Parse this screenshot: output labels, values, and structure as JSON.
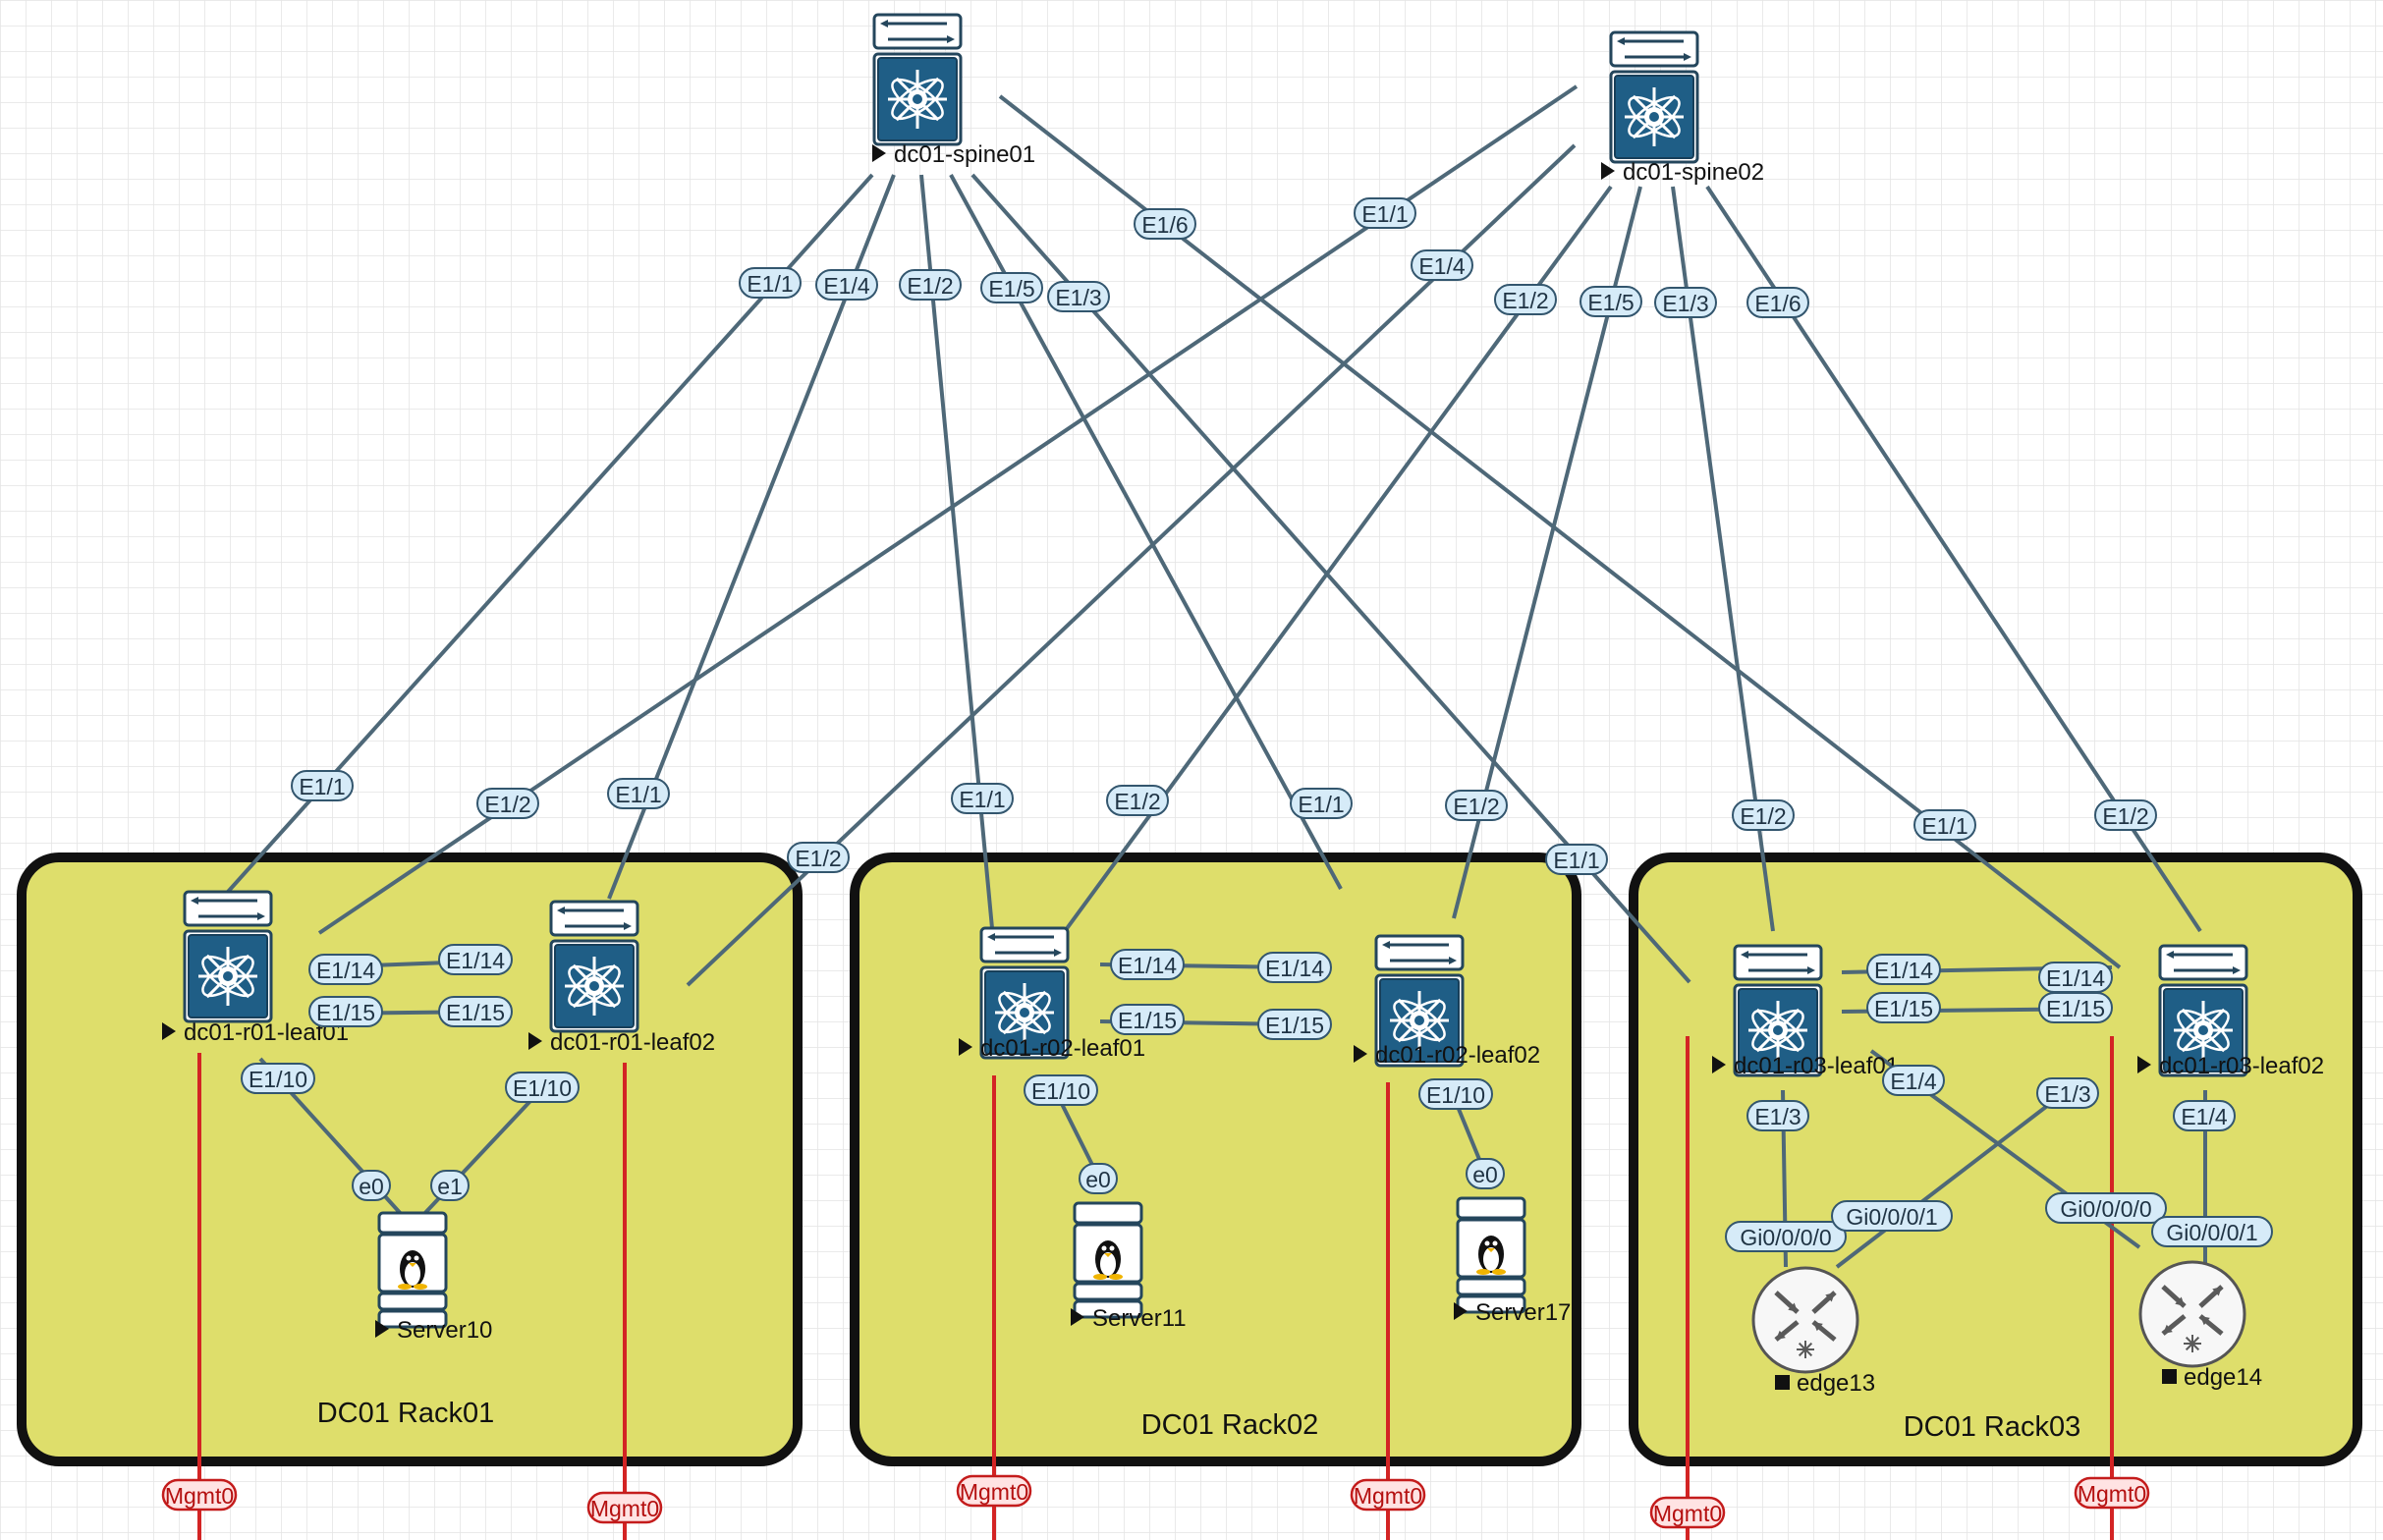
{
  "racks": [
    {
      "id": "rack01",
      "label": "DC01 Rack01"
    },
    {
      "id": "rack02",
      "label": "DC01 Rack02"
    },
    {
      "id": "rack03",
      "label": "DC01 Rack03"
    }
  ],
  "nodes": [
    {
      "id": "spine01",
      "type": "switch",
      "label": "dc01-spine01",
      "state_marker": "play"
    },
    {
      "id": "spine02",
      "type": "switch",
      "label": "dc01-spine02",
      "state_marker": "play"
    },
    {
      "id": "r01l01",
      "type": "switch",
      "label": "dc01-r01-leaf01",
      "state_marker": "play"
    },
    {
      "id": "r01l02",
      "type": "switch",
      "label": "dc01-r01-leaf02",
      "state_marker": "play"
    },
    {
      "id": "r02l01",
      "type": "switch",
      "label": "dc01-r02-leaf01",
      "state_marker": "play"
    },
    {
      "id": "r02l02",
      "type": "switch",
      "label": "dc01-r02-leaf02",
      "state_marker": "play"
    },
    {
      "id": "r03l01",
      "type": "switch",
      "label": "dc01-r03-leaf01",
      "state_marker": "play"
    },
    {
      "id": "r03l02",
      "type": "switch",
      "label": "dc01-r03-leaf02",
      "state_marker": "play"
    },
    {
      "id": "srv10",
      "type": "server",
      "label": "Server10",
      "state_marker": "play"
    },
    {
      "id": "srv11",
      "type": "server",
      "label": "Server11",
      "state_marker": "play"
    },
    {
      "id": "srv17",
      "type": "server",
      "label": "Server17",
      "state_marker": "play"
    },
    {
      "id": "edge13",
      "type": "router",
      "label": "edge13",
      "state_marker": "stop"
    },
    {
      "id": "edge14",
      "type": "router",
      "label": "edge14",
      "state_marker": "stop"
    }
  ],
  "links": [
    {
      "a": "spine01",
      "b": "r01l01",
      "a_if": "E1/1",
      "b_if": "E1/1"
    },
    {
      "a": "spine01",
      "b": "r01l02",
      "a_if": "E1/4",
      "b_if": "E1/1"
    },
    {
      "a": "spine01",
      "b": "r02l01",
      "a_if": "E1/2",
      "b_if": "E1/1"
    },
    {
      "a": "spine01",
      "b": "r02l02",
      "a_if": "E1/5",
      "b_if": "E1/1"
    },
    {
      "a": "spine01",
      "b": "r03l01",
      "a_if": "E1/3",
      "b_if": "E1/1"
    },
    {
      "a": "spine01",
      "b": "r03l02",
      "a_if": "E1/6",
      "b_if": "E1/1"
    },
    {
      "a": "spine02",
      "b": "r01l01",
      "a_if": "E1/1",
      "b_if": "E1/2"
    },
    {
      "a": "spine02",
      "b": "r01l02",
      "a_if": "E1/4",
      "b_if": "E1/2"
    },
    {
      "a": "spine02",
      "b": "r02l01",
      "a_if": "E1/2",
      "b_if": "E1/2"
    },
    {
      "a": "spine02",
      "b": "r02l02",
      "a_if": "E1/5",
      "b_if": "E1/2"
    },
    {
      "a": "spine02",
      "b": "r03l01",
      "a_if": "E1/3",
      "b_if": "E1/2"
    },
    {
      "a": "spine02",
      "b": "r03l02",
      "a_if": "E1/6",
      "b_if": "E1/2"
    },
    {
      "a": "r01l01",
      "b": "r01l02",
      "a_if": "E1/14",
      "b_if": "E1/14"
    },
    {
      "a": "r01l01",
      "b": "r01l02",
      "a_if": "E1/15",
      "b_if": "E1/15"
    },
    {
      "a": "r01l01",
      "b": "srv10",
      "a_if": "E1/10",
      "b_if": "e0"
    },
    {
      "a": "r01l02",
      "b": "srv10",
      "a_if": "E1/10",
      "b_if": "e1"
    },
    {
      "a": "r02l01",
      "b": "r02l02",
      "a_if": "E1/14",
      "b_if": "E1/14"
    },
    {
      "a": "r02l01",
      "b": "r02l02",
      "a_if": "E1/15",
      "b_if": "E1/15"
    },
    {
      "a": "r02l01",
      "b": "srv11",
      "a_if": "E1/10",
      "b_if": "e0"
    },
    {
      "a": "r02l02",
      "b": "srv17",
      "a_if": "E1/10",
      "b_if": "e0"
    },
    {
      "a": "r03l01",
      "b": "r03l02",
      "a_if": "E1/14",
      "b_if": "E1/14"
    },
    {
      "a": "r03l01",
      "b": "r03l02",
      "a_if": "E1/15",
      "b_if": "E1/15"
    },
    {
      "a": "r03l01",
      "b": "edge13",
      "a_if": "E1/3",
      "b_if": "Gi0/0/0/0"
    },
    {
      "a": "r03l01",
      "b": "edge14",
      "a_if": "E1/4",
      "b_if": "Gi0/0/0/0"
    },
    {
      "a": "r03l02",
      "b": "edge13",
      "a_if": "E1/3",
      "b_if": "Gi0/0/0/1"
    },
    {
      "a": "r03l02",
      "b": "edge14",
      "a_if": "E1/4",
      "b_if": "Gi0/0/0/1"
    }
  ],
  "mgmt": [
    {
      "node": "r01l01",
      "label": "Mgmt0"
    },
    {
      "node": "r01l02",
      "label": "Mgmt0"
    },
    {
      "node": "r02l01",
      "label": "Mgmt0"
    },
    {
      "node": "r02l02",
      "label": "Mgmt0"
    },
    {
      "node": "r03l01",
      "label": "Mgmt0"
    },
    {
      "node": "r03l02",
      "label": "Mgmt0"
    }
  ],
  "colors": {
    "link": "#4e6878",
    "mgmt_link": "#d32424",
    "rack_fill": "#dede6b",
    "rack_border": "#111111",
    "switch_icon": "#1f5e86",
    "interface_label_fill": "#d6ebf8",
    "mgmt_label_fill": "#ffe3e3",
    "grid": "#e4e4e4"
  }
}
